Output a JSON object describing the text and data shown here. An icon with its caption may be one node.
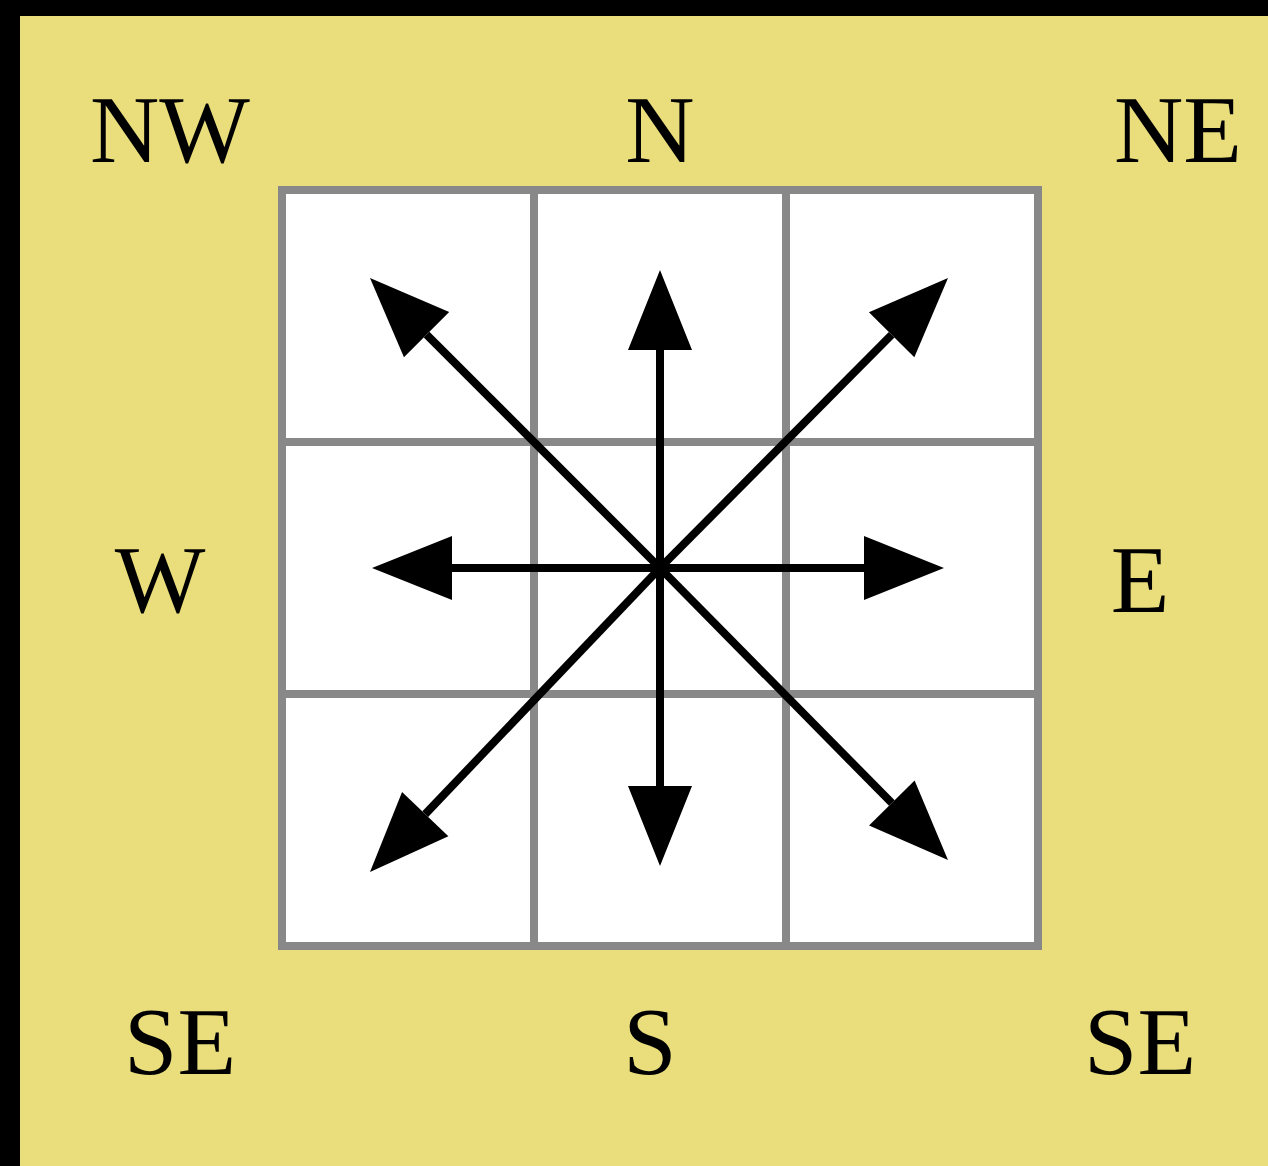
{
  "diagram": {
    "labels": [
      "NW",
      "N",
      "NE",
      "W",
      "E",
      "SE",
      "S",
      "SE"
    ]
  }
}
